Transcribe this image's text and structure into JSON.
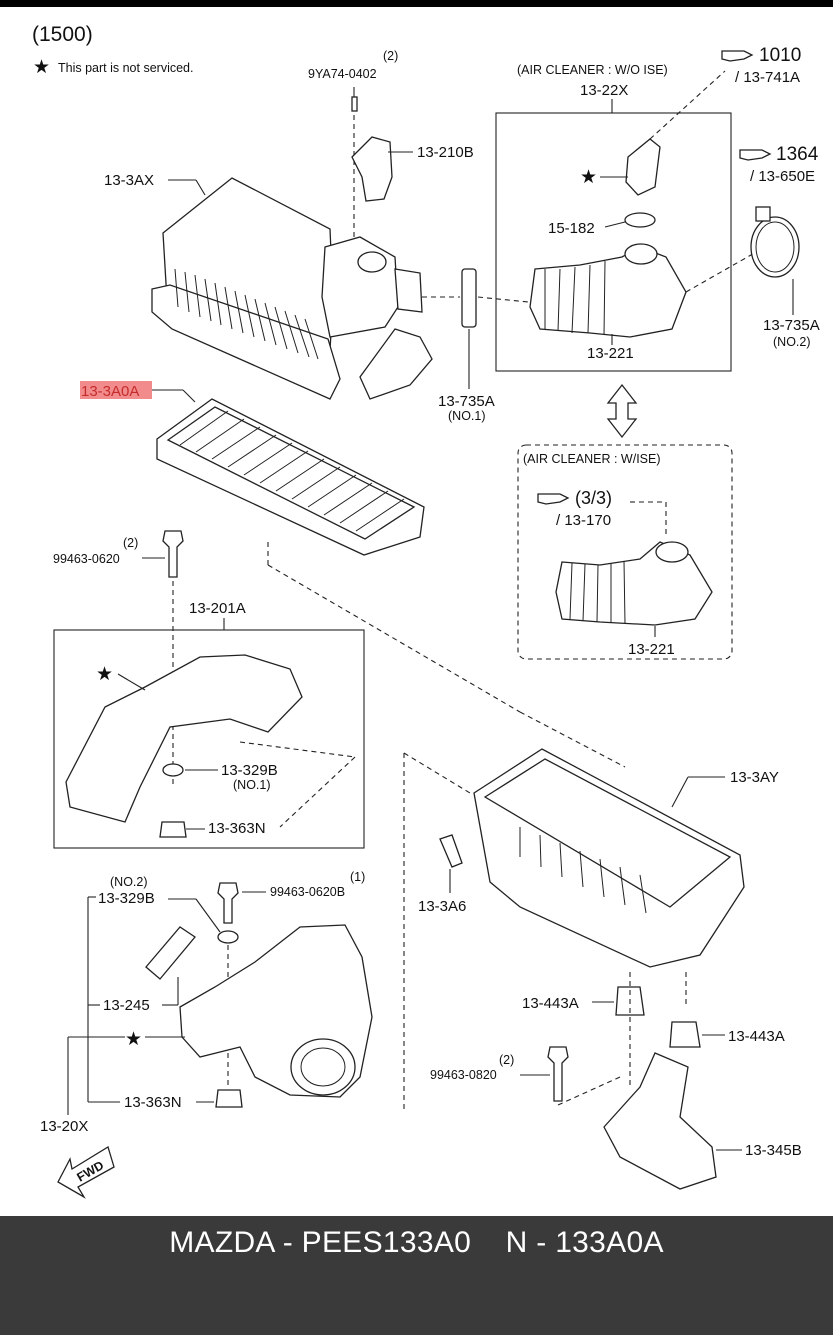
{
  "diagram": {
    "section": "(1500)",
    "note_symbol": "★",
    "note": "This part is not serviced.",
    "labels": {
      "qty_9ya74": "(2)",
      "p_9ya74": "9YA74-0402",
      "p_13_210b": "13-210B",
      "p_13_3ax": "13-3AX",
      "ac_wo_ise": "(AIR CLEANER : W/O ISE)",
      "p_13_22x": "13-22X",
      "ref_1010": "1010",
      "ref_13_741a": "/ 13-741A",
      "ref_1364": "1364",
      "ref_13_650e": "/ 13-650E",
      "p_15_182": "15-182",
      "p_13_221_top": "13-221",
      "p_13_735a_no2": "13-735A",
      "no2_a": "(NO.2)",
      "p_13_735a_no1": "13-735A",
      "no1_a": "(NO.1)",
      "p_13_3a0a": "13-3A0A",
      "ac_w_ise": "(AIR CLEANER : W/ISE)",
      "ref_3_3": "(3/3)",
      "ref_13_170": "/ 13-170",
      "p_13_221_bot": "13-221",
      "qty_99463_0620": "(2)",
      "p_99463_0620": "99463-0620",
      "p_13_201a": "13-201A",
      "p_13_329b_top": "13-329B",
      "no1_b": "(NO.1)",
      "p_13_363n_top": "13-363N",
      "p_13_3ay": "13-3AY",
      "p_13_3a6": "13-3A6",
      "no2_b": "(NO.2)",
      "p_13_329b_bot": "13-329B",
      "qty_99463_0620b": "(1)",
      "p_99463_0620b": "99463-0620B",
      "p_13_245": "13-245",
      "p_13_443a_l": "13-443A",
      "p_13_443a_r": "13-443A",
      "qty_99463_0820": "(2)",
      "p_99463_0820": "99463-0820",
      "p_13_363n_bot": "13-363N",
      "p_13_20x": "13-20X",
      "p_13_345b": "13-345B",
      "fwd": "FWD"
    },
    "highlight_color": "#f28b8b",
    "ref_icon": "pointing-hand-icon"
  },
  "footer": {
    "caption": "MAZDA - PEES133A0    N - 133A0A",
    "background": "#3a3a3a"
  }
}
